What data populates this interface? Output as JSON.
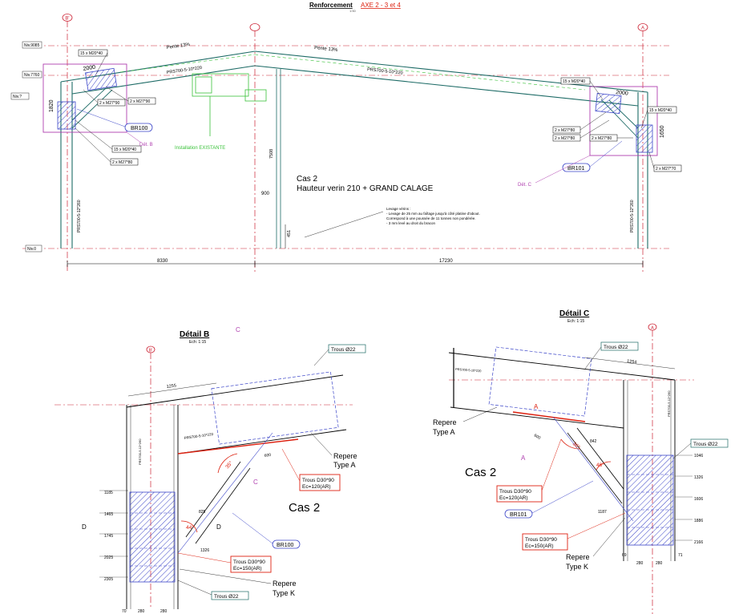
{
  "title": {
    "main": "Renforcement",
    "sub": "AXE 2 - 3 et 4",
    "note": "1:50"
  },
  "axes": {
    "left": "B'",
    "mid": "",
    "right": "A"
  },
  "levels": {
    "top": "Niv.9085",
    "mid": "Niv.7760",
    "low": "Niv.?",
    "zero": "Niv.0"
  },
  "slopes": {
    "left": "Pente 13%",
    "right": "Pente 13%"
  },
  "profiles": {
    "rafter_left": "PRS700-5-10*220",
    "rafter_right": "PRS700-5-10*220",
    "col_left": "PRS700-5-12*260",
    "col_right": "PRS700-5-12*260"
  },
  "overview": {
    "dim_2000_left": "2000",
    "dim_2000_right": "2000",
    "dim_1820": "1820",
    "dim_1650": "1650",
    "dim_7508": "7508",
    "dim_900": "900",
    "dim_451": "451",
    "span_left": "8330",
    "span_right": "17230",
    "bolt_l1": "15 x M20*40",
    "bolt_l2": "2 x M27*90",
    "bolt_l3": "2 x M27*90",
    "bolt_l4": "15 x M20*40",
    "bolt_l5": "2 x M27*80",
    "bolt_r1": "15 x M20*40",
    "bolt_r2": "15 x M20*40",
    "bolt_r3": "2 x M27*80",
    "bolt_r4": "2 x M27*80",
    "bolt_r5": "2 x M27*80",
    "bolt_r6": "2 x M27*70",
    "br100": "BR100",
    "br101": "BR101",
    "det_b": "Dét. B",
    "det_c": "Dét. C",
    "installation": "Installation EXISTANTE",
    "cas_line1": "Cas 2",
    "cas_line2": "Hauteur verin 210 + GRAND CALAGE",
    "levage_title": "Levage vérins :",
    "levage_1": "- Levage de 25 mm au faîtage jusqu'à côté platine d'about.",
    "levage_2": "Correspond à une poussée de 11 tonnes non pondérée.",
    "levage_3": "- 3 mm levé au droit du bracon"
  },
  "detail_b": {
    "title": "Détail B",
    "scale": "Ech: 1:15",
    "trous22_a": "Trous Ø22",
    "trous22_b": "Trous Ø22",
    "trous_d30_a_1": "Trous D30*90",
    "trous_d30_a_2": "Ec=120(AR)",
    "trous_d30_b_1": "Trous D30*90",
    "trous_d30_b_2": "Ec=150(AR)",
    "repere_a_1": "Repere",
    "repere_a_2": "Type A",
    "repere_k_1": "Repere",
    "repere_k_2": "Type K",
    "cas": "Cas 2",
    "br": "BR100",
    "dim_1255": "1255",
    "dim_1185": "1185",
    "dim_1465": "1465",
    "dim_1745": "1745",
    "dim_2025": "2025",
    "dim_2305": "2305",
    "dim_1326": "1326",
    "dim_825": "825",
    "dim_600": "600",
    "angle_35": "35°",
    "angle_44": "44°",
    "label_c": "C",
    "label_d": "D",
    "profile": "PRS700-5-10*220",
    "col_profile": "PRS700-5-12*260"
  },
  "detail_c": {
    "title": "Détail C",
    "scale": "Ech: 1:15",
    "trous22_a": "Trous Ø22",
    "trous22_b": "Trous Ø22",
    "trous_d30_a_1": "Trous D30*90",
    "trous_d30_a_2": "Ec=120(AR)",
    "trous_d30_b_1": "Trous D30*90",
    "trous_d30_b_2": "Ec=150(AR)",
    "repere_a_1": "Repere",
    "repere_a_2": "Type A",
    "repere_k_1": "Repere",
    "repere_k_2": "Type K",
    "cas": "Cas 2",
    "br": "BR101",
    "dim_1254": "1254",
    "dim_1046": "1046",
    "dim_1326": "1326",
    "dim_1606": "1606",
    "dim_1886": "1886",
    "dim_2166": "2166",
    "dim_1187": "1187",
    "dim_600": "600",
    "dim_842": "842",
    "angle_36": "36°",
    "angle_46": "46°",
    "label_a": "A",
    "profile": "PRS700-5-10*220",
    "col_profile": "PRS700-5-12*260"
  }
}
